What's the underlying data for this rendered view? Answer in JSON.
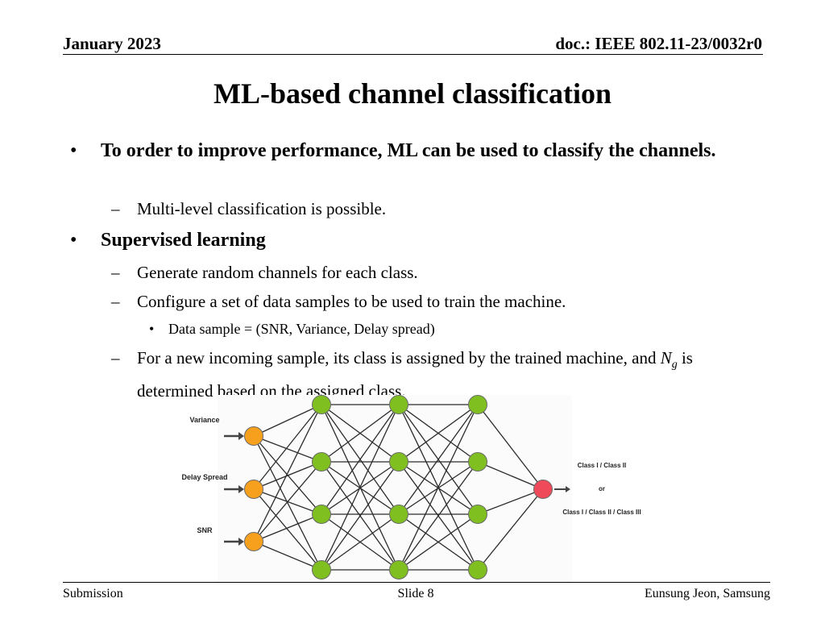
{
  "header": {
    "date": "January 2023",
    "doc": "doc.: IEEE 802.11-23/0032r0"
  },
  "title": "ML-based channel classification",
  "bullets": {
    "b1": {
      "text": "To order to improve performance, ML can be used to classify the channels.",
      "sub1": "Multi-level classification is possible."
    },
    "b2": {
      "text": "Supervised learning",
      "sub1": "Generate random channels for each class.",
      "sub2": "Configure a set of data samples to be used to train the machine.",
      "sub2_item": "Data sample = (SNR, Variance, Delay spread)",
      "sub3_part1": "For a new incoming sample, its class is assigned by the trained machine, and ",
      "sub3_var": "N",
      "sub3_sub": "g",
      "sub3_part2": " is determined based on the assigned class."
    }
  },
  "diagram": {
    "inputs": [
      "Variance",
      "Delay Spread",
      "SNR"
    ],
    "output_labels": [
      "Class I / Class II",
      "or",
      "Class I / Class II / Class III"
    ],
    "colors": {
      "input_node": "#f7a01e",
      "hidden_node": "#7fbf1f",
      "output_node": "#ef4a5a",
      "edge": "#2b2b2b",
      "arrow": "#444444"
    }
  },
  "footer": {
    "left": "Submission",
    "center": "Slide 8",
    "right": "Eunsung Jeon, Samsung"
  }
}
